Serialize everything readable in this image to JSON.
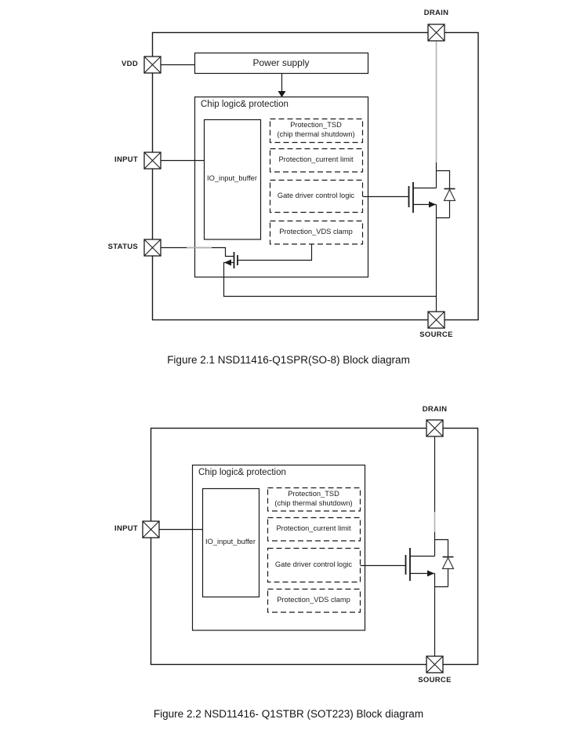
{
  "colors": {
    "line": "#1a1a1a",
    "gray_wire": "#b2b2b2",
    "text": "#1c1c22"
  },
  "figure1": {
    "caption": "Figure 2.1 NSD11416-Q1SPR(SO-8) Block diagram",
    "pins": {
      "drain": "DRAIN",
      "vdd": "VDD",
      "input": "INPUT",
      "status": "STATUS",
      "source": "SOURCE"
    },
    "blocks": {
      "power_supply": "Power supply",
      "chip_title": "Chip logic& protection",
      "io_buffer": "IO_input_buffer",
      "tsd_line1": "Protection_TSD",
      "tsd_line2": "(chip thermal shutdown)",
      "current_limit": "Protection_current limit",
      "gate_driver": "Gate driver control logic",
      "vds_clamp": "Protection_VDS clamp"
    }
  },
  "figure2": {
    "caption": "Figure 2.2 NSD11416- Q1STBR (SOT223) Block diagram",
    "pins": {
      "drain": "DRAIN",
      "input": "INPUT",
      "source": "SOURCE"
    },
    "blocks": {
      "chip_title": "Chip logic& protection",
      "io_buffer": "IO_input_buffer",
      "tsd_line1": "Protection_TSD",
      "tsd_line2": "(chip thermal shutdown)",
      "current_limit": "Protection_current limit",
      "gate_driver": "Gate driver control logic",
      "vds_clamp": "Protection_VDS clamp"
    }
  }
}
